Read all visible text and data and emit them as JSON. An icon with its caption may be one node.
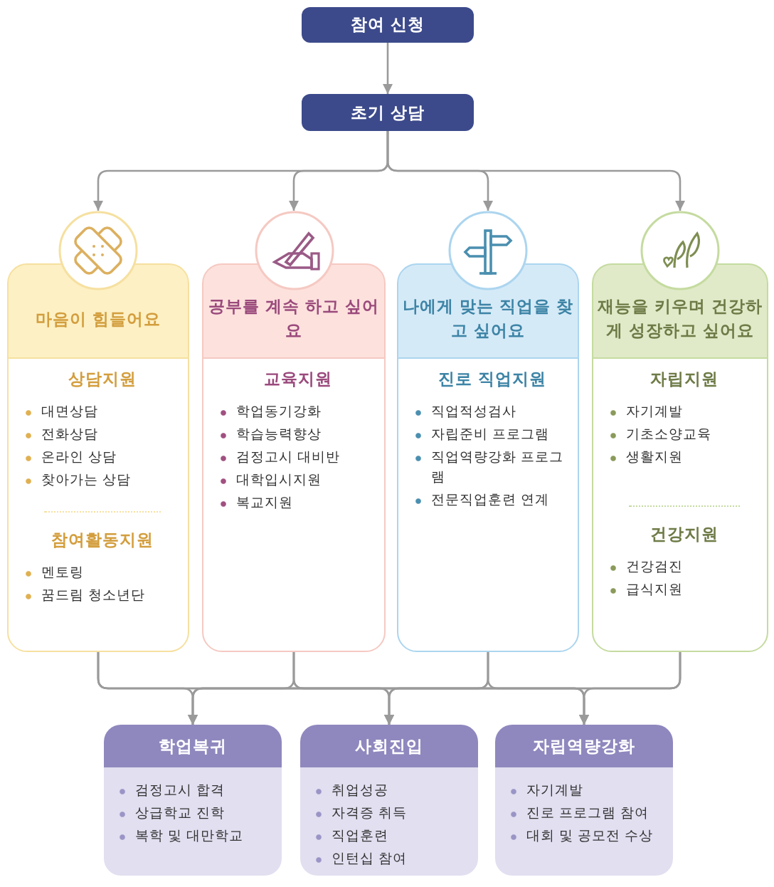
{
  "diagram": {
    "nodes": [
      {
        "text": [
          "참여 신청"
        ]
      },
      {
        "text": [
          "초기 상담"
        ]
      },
      {
        "text": [
          "마음이 힘들어요",
          "상담지원",
          "대면상담",
          "전화상담",
          "온라인 상담",
          "찾아가는 상담",
          "참여활동지원",
          "멘토링",
          "꿈드림 청소년단"
        ]
      },
      {
        "text": [
          "공부를 계속 하고 싶어요",
          "교육지원",
          "학업동기강화",
          "학습능력향상",
          "검정고시 대비반",
          "대학입시지원",
          "복교지원"
        ]
      },
      {
        "text": [
          "나에게 맞는 직업을 찾고 싶어요",
          "진로 직업지원",
          "직업적성검사",
          "자립준비 프로그램",
          "직업역량강화 프로그램",
          "전문직업훈련 연계"
        ]
      },
      {
        "text": [
          "재능을 키우며 건강하게 성장하고 싶어요",
          "자립지원",
          "자기계발",
          "기초소양교육",
          "생활지원",
          "건강지원",
          "건강검진",
          "급식지원"
        ]
      },
      {
        "text": [
          "학업복귀",
          "검정고시 합격",
          "상급학교 진학",
          "복학 및 대만학교"
        ]
      },
      {
        "text": [
          "사회진입",
          "취업성공",
          "자격증 취득",
          "직업훈련",
          "인턴십 참여"
        ]
      },
      {
        "text": [
          "자립역량강화",
          "자기계발",
          "진로 프로그램 참여",
          "대회 및 공모전 수상"
        ]
      }
    ],
    "edges": [
      {
        "from": 0,
        "to": 1,
        "arrow": "to"
      },
      {
        "from": 1,
        "to": 2,
        "arrow": "to"
      },
      {
        "from": 1,
        "to": 3,
        "arrow": "to"
      },
      {
        "from": 1,
        "to": 4,
        "arrow": "to"
      },
      {
        "from": 1,
        "to": 5,
        "arrow": "to"
      },
      {
        "from": 2,
        "to": 6,
        "arrow": "to"
      },
      {
        "from": 2,
        "to": 7,
        "arrow": "to"
      },
      {
        "from": 2,
        "to": 8,
        "arrow": "to"
      },
      {
        "from": 3,
        "to": 6,
        "arrow": "to"
      },
      {
        "from": 3,
        "to": 7,
        "arrow": "to"
      },
      {
        "from": 3,
        "to": 8,
        "arrow": "to"
      },
      {
        "from": 4,
        "to": 6,
        "arrow": "to"
      },
      {
        "from": 4,
        "to": 7,
        "arrow": "to"
      },
      {
        "from": 4,
        "to": 8,
        "arrow": "to"
      },
      {
        "from": 5,
        "to": 6,
        "arrow": "to"
      },
      {
        "from": 5,
        "to": 7,
        "arrow": "to"
      },
      {
        "from": 5,
        "to": 8,
        "arrow": "to"
      }
    ]
  }
}
